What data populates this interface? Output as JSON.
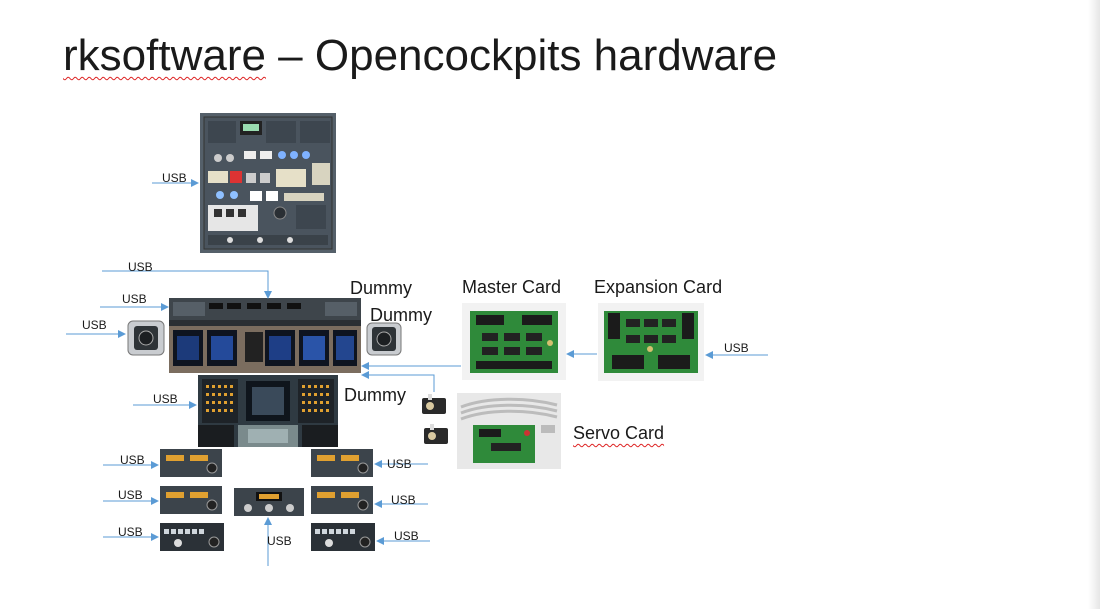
{
  "slide": {
    "title_product": "rksoftware",
    "title_rest": " – Opencockpits hardware"
  },
  "labels": {
    "usb_overhead": "USB",
    "usb_mcp_top": "USB",
    "usb_efis_left": "USB",
    "usb_left_ecam": "USB",
    "usb_pedestal": "USB",
    "usb_radio_l1": "USB",
    "usb_radio_l2": "USB",
    "usb_radio_l3": "USB",
    "usb_radio_r1": "USB",
    "usb_radio_r2": "USB",
    "usb_radio_r3": "USB",
    "usb_transponder": "USB",
    "usb_expansion": "USB",
    "dummy_mcp": "Dummy",
    "dummy_efis_right": "Dummy",
    "dummy_pedestal": "Dummy",
    "master_card": "Master Card",
    "expansion_card": "Expansion Card",
    "servo_card": "Servo Card"
  },
  "colors": {
    "arrow": "#5b9bd5",
    "panel_gray": "#4a5560",
    "pcb_green": "#2f8a3a",
    "spellcheck_underline": "#d22"
  }
}
